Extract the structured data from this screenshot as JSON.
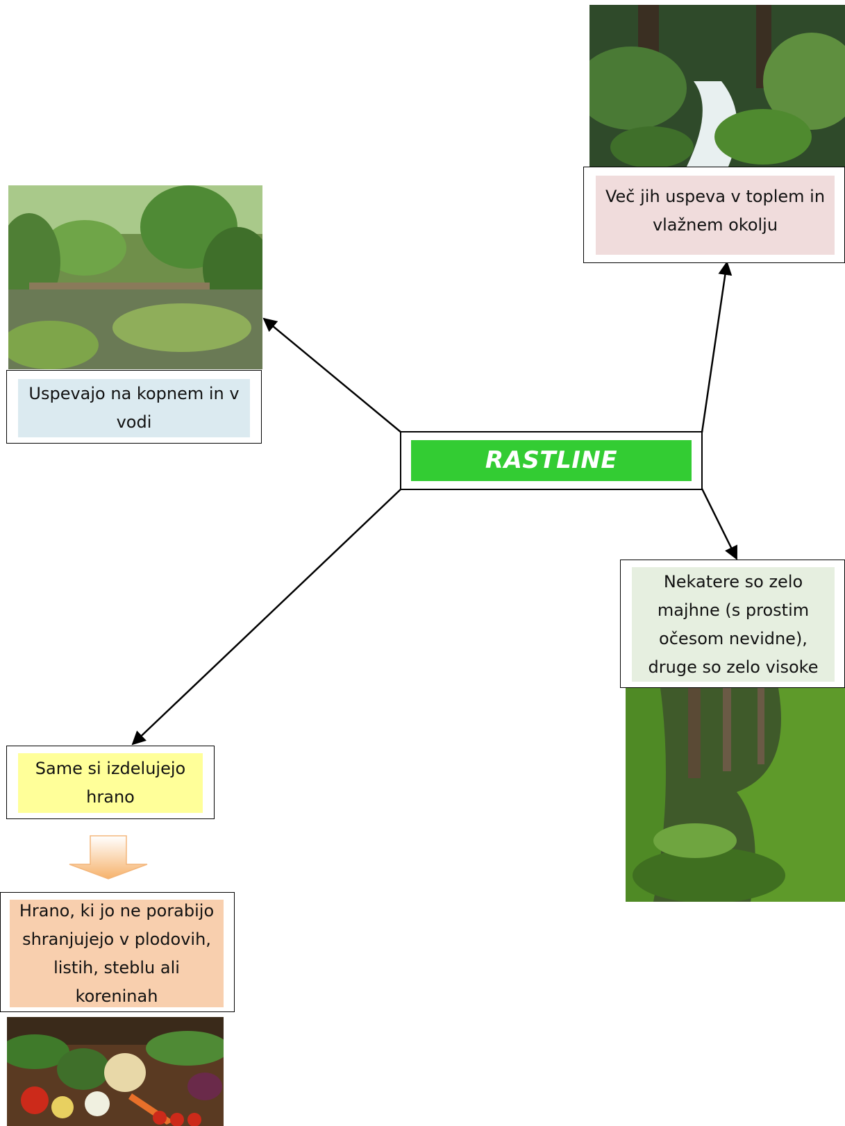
{
  "center": {
    "label": "RASTLINE",
    "fill": "#33cc33"
  },
  "nodes": {
    "land_water": {
      "text": "Uspevajo na kopnem in v vodi",
      "fill": "#dbeaf0"
    },
    "warm_humid": {
      "text": "Več jih uspeva v toplem in vlažnem okolju",
      "fill": "#f0dcdc"
    },
    "size": {
      "text": "Nekatere so zelo majhne (s prostim očesom nevidne), druge so zelo visoke",
      "fill": "#e6efe0"
    },
    "food": {
      "text": "Same si izdelujejo hrano",
      "fill": "#ffff99"
    },
    "storage": {
      "text": "Hrano, ki jo ne porabijo shranjujejo v plodovih, listih, steblu ali koreninah",
      "fill": "#f8cfae"
    }
  },
  "images": {
    "pond": "pond-garden-photo",
    "waterfall": "forest-waterfall-photo",
    "moss_tree": "mossy-tree-forest-photo",
    "vegetables": "vegetables-photo"
  }
}
